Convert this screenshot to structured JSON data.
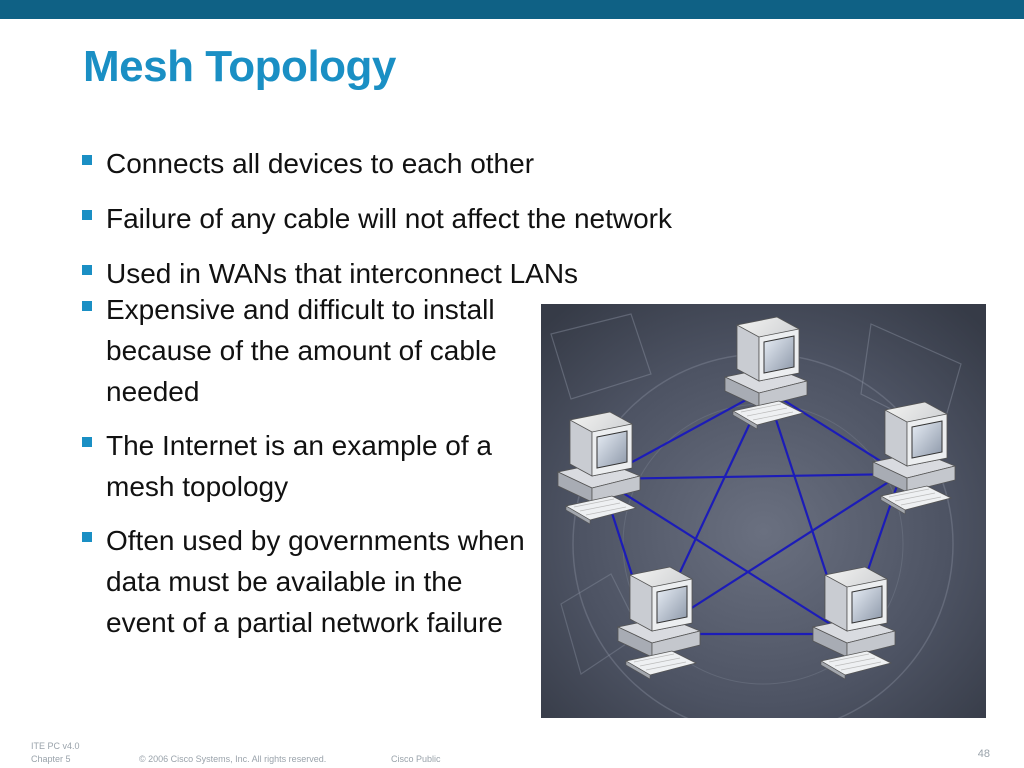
{
  "slide": {
    "title": "Mesh Topology",
    "bullets": [
      "Connects all devices to each other",
      "Failure of any cable will not affect the network",
      "Used in WANs that interconnect LANs",
      "Expensive and difficult to install because of the amount of cable needed",
      "The Internet is an example of a mesh topology",
      "Often used by governments when data must be available in the event of a partial network failure"
    ]
  },
  "footer": {
    "course": "ITE PC v4.0",
    "chapter": "Chapter 5",
    "copyright": "© 2006 Cisco Systems, Inc. All rights reserved.",
    "classification": "Cisco Public",
    "page_number": "48"
  },
  "colors": {
    "top_bar": "#0f6185",
    "title": "#1a8fc4",
    "bullet_marker": "#1a8fc4",
    "photo_background": "#4a5160",
    "cable": "#1c1cb8"
  },
  "icons": {
    "network_nodes": "desktop-computer-icon"
  }
}
